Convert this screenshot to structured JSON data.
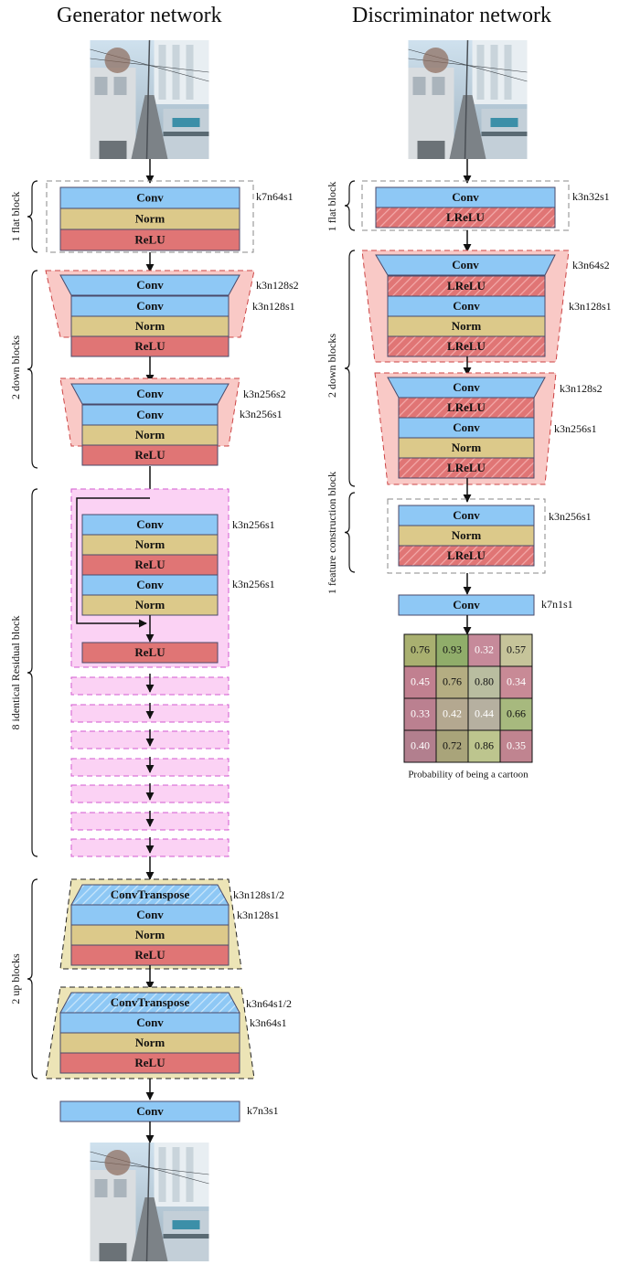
{
  "generator": {
    "title": "Generator network",
    "labels": {
      "flat_block": "1 flat block",
      "down_blocks": "2 down blocks",
      "residual_blocks": "8 identical Residual block",
      "up_blocks": "2 up blocks"
    },
    "flat": {
      "conv": "Conv",
      "norm": "Norm",
      "relu": "ReLU",
      "spec": "k7n64s1"
    },
    "down1": {
      "conv_s2": "Conv",
      "conv": "Conv",
      "norm": "Norm",
      "relu": "ReLU",
      "spec_s2": "k3n128s2",
      "spec_s1": "k3n128s1"
    },
    "down2": {
      "conv_s2": "Conv",
      "conv": "Conv",
      "norm": "Norm",
      "relu": "ReLU",
      "spec_s2": "k3n256s2",
      "spec_s1": "k3n256s1"
    },
    "residual": {
      "conv1": "Conv",
      "norm1": "Norm",
      "relu1": "ReLU",
      "conv2": "Conv",
      "norm2": "Norm",
      "relu_out": "ReLU",
      "spec1": "k3n256s1",
      "spec2": "k3n256s1"
    },
    "up1": {
      "convt": "ConvTranspose",
      "conv": "Conv",
      "norm": "Norm",
      "relu": "ReLU",
      "spec_t": "k3n128s1/2",
      "spec_s1": "k3n128s1"
    },
    "up2": {
      "convt": "ConvTranspose",
      "conv": "Conv",
      "norm": "Norm",
      "relu": "ReLU",
      "spec_t": "k3n64s1/2",
      "spec_s1": "k3n64s1"
    },
    "final": {
      "conv": "Conv",
      "spec": "k7n3s1"
    }
  },
  "discriminator": {
    "title": "Discriminator network",
    "labels": {
      "flat_block": "1 flat block",
      "down_blocks": "2 down blocks",
      "feature_block": "1 feature construction block"
    },
    "flat": {
      "conv": "Conv",
      "lrelu": "LReLU",
      "spec": "k3n32s1"
    },
    "down1": {
      "conv_s2": "Conv",
      "lrelu1": "LReLU",
      "conv": "Conv",
      "norm": "Norm",
      "lrelu2": "LReLU",
      "spec_s2": "k3n64s2",
      "spec_s1": "k3n128s1"
    },
    "down2": {
      "conv_s2": "Conv",
      "lrelu1": "LReLU",
      "conv": "Conv",
      "norm": "Norm",
      "lrelu2": "LReLU",
      "spec_s2": "k3n128s2",
      "spec_s1": "k3n256s1"
    },
    "feature": {
      "conv": "Conv",
      "norm": "Norm",
      "lrelu": "LReLU",
      "spec": "k3n256s1"
    },
    "final": {
      "conv": "Conv",
      "spec": "k7n1s1"
    },
    "probability_grid": [
      [
        "0.76",
        "0.93",
        "0.32",
        "0.57"
      ],
      [
        "0.45",
        "0.76",
        "0.80",
        "0.34"
      ],
      [
        "0.33",
        "0.42",
        "0.44",
        "0.66"
      ],
      [
        "0.40",
        "0.72",
        "0.86",
        "0.35"
      ]
    ],
    "probability_caption": "Probability of being a cartoon"
  },
  "colors": {
    "conv": "#8ec8f5",
    "norm": "#dcc98a",
    "relu": "#e07575",
    "down_block_bg": "#f9c9c6",
    "residual_bg": "#fbd2f4",
    "residual_border": "#d35ad0",
    "up_block_bg": "#ece4b6"
  }
}
